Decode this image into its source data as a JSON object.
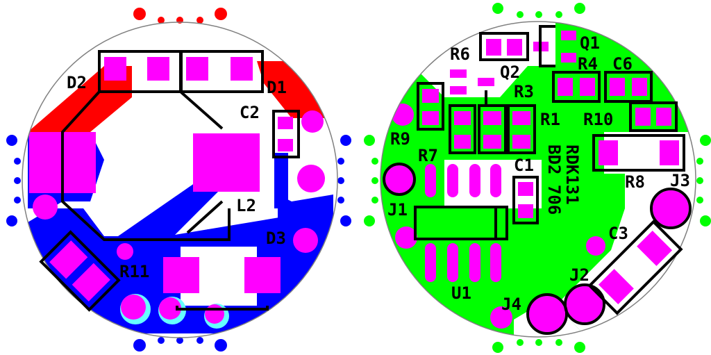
{
  "colors": {
    "background": "#ffffff",
    "copper_red": "#ff0000",
    "copper_blue": "#0000ff",
    "copper_green": "#00ff00",
    "pad_magenta": "#ff00ff",
    "silkscreen": "#000000",
    "outline": "#808080",
    "cyan_pad": "#66ffff"
  },
  "left_board": {
    "labels": {
      "d2": "D2",
      "d1": "D1",
      "c2": "C2",
      "l2": "L2",
      "d3": "D3",
      "r11": "R11"
    }
  },
  "right_board": {
    "labels": {
      "r6": "R6",
      "q1": "Q1",
      "q2": "Q2",
      "r4": "R4",
      "c6": "C6",
      "r3": "R3",
      "r1": "R1",
      "r10": "R10",
      "r9": "R9",
      "r7": "R7",
      "c1": "C1",
      "r8": "R8",
      "j3": "J3",
      "j1": "J1",
      "c3": "C3",
      "u1": "U1",
      "j2": "J2",
      "j4": "J4"
    },
    "vertical_text": {
      "line1": "RDK131",
      "line2": "BD2 706"
    }
  }
}
